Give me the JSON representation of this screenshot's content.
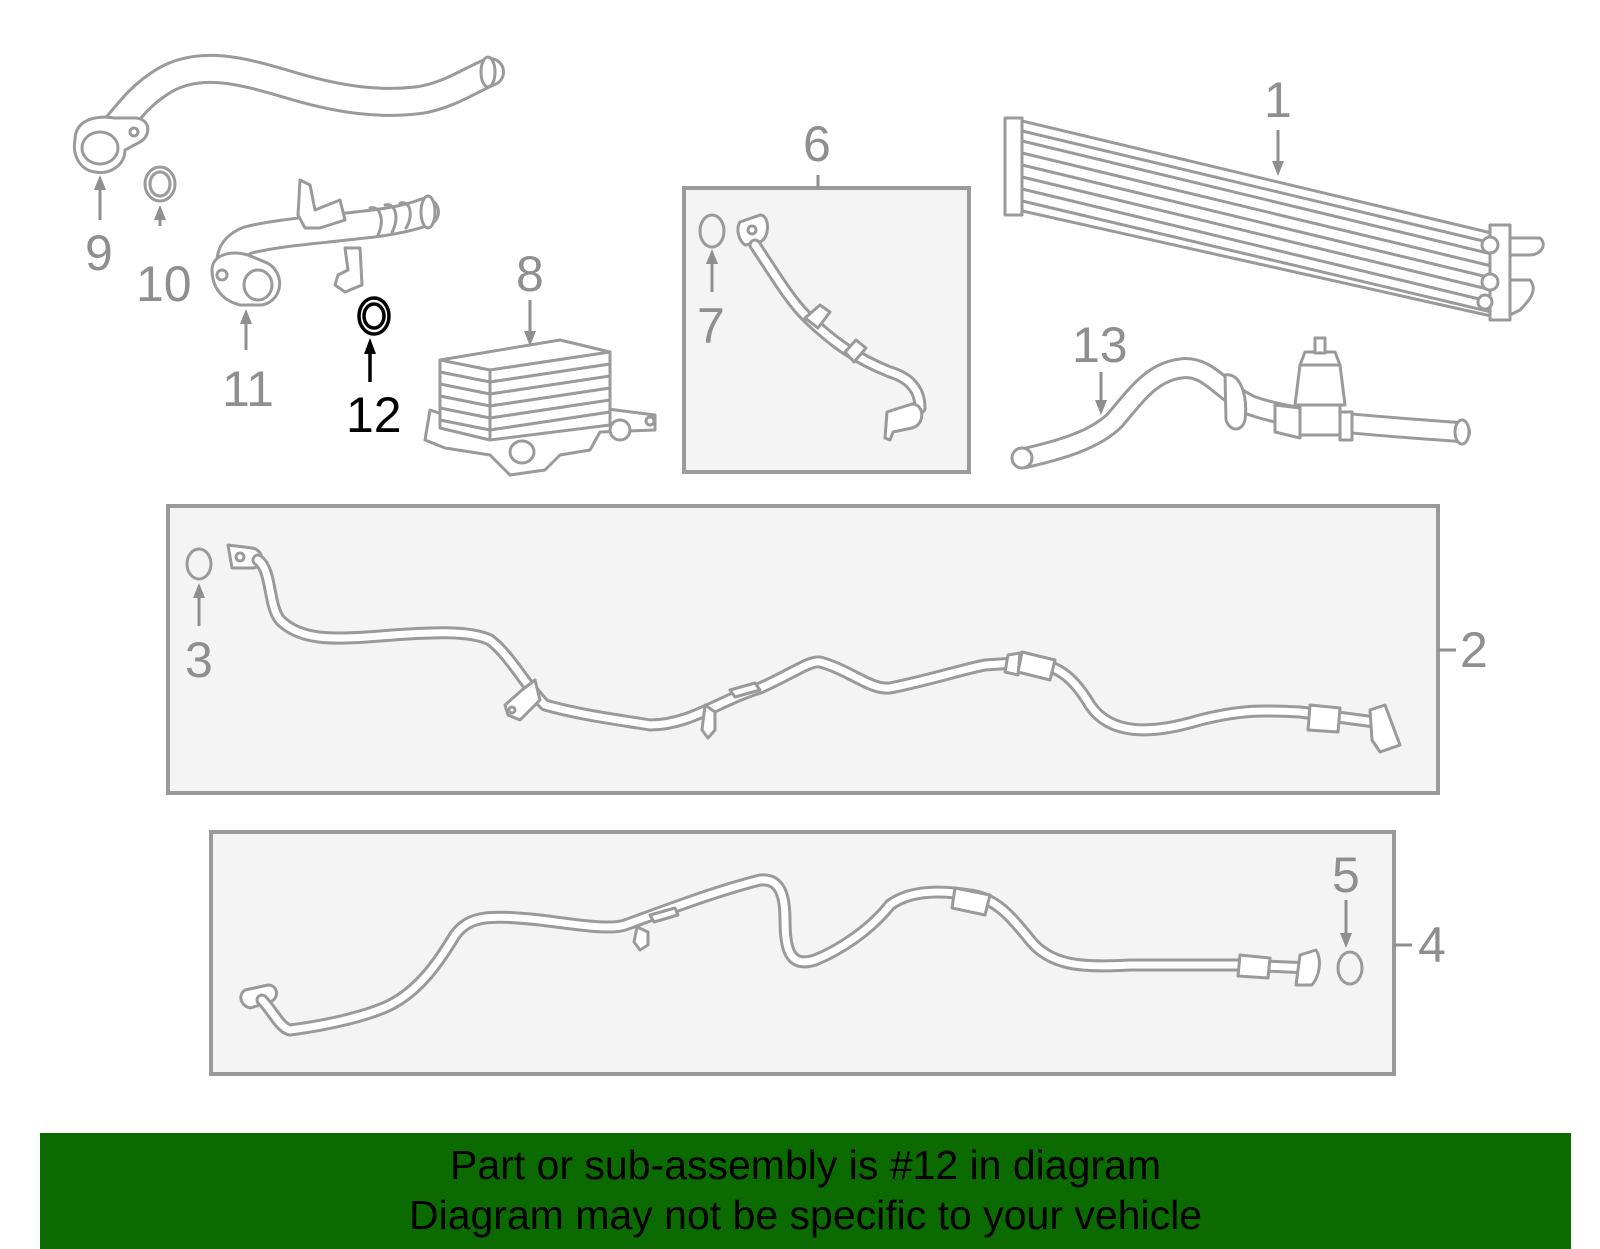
{
  "diagram": {
    "highlighted_part": "12",
    "callouts": [
      "1",
      "2",
      "3",
      "4",
      "5",
      "6",
      "7",
      "8",
      "9",
      "10",
      "11",
      "12",
      "13"
    ]
  },
  "banner": {
    "line1": "Part or sub-assembly is #12 in diagram",
    "line2": "Diagram may not be specific to your vehicle",
    "background_color": "#0c6b00"
  }
}
